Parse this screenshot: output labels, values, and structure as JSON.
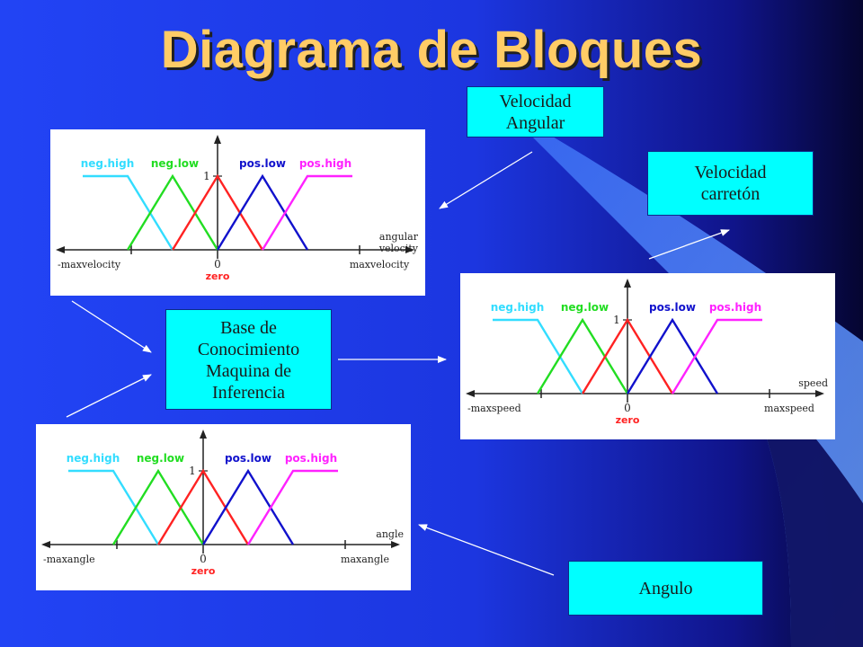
{
  "slide": {
    "title": "Diagrama de Bloques",
    "background_colors": [
      "#1c3cf0",
      "#0a0a40"
    ],
    "accent_colors": {
      "title": "#ffcc66",
      "box": "#00ffff",
      "swoosh": "#4a8cf0"
    }
  },
  "boxes": {
    "velocidad_angular": "Velocidad\nAngular",
    "velocidad_carreton": "Velocidad\ncarretón",
    "base_conocimiento": "Base de\nConocimiento\nMaquina de\nInferencia",
    "angulo": "Angulo"
  },
  "set_colors": [
    "#33ddff",
    "#22dd22",
    "#ff2222",
    "#1111cc",
    "#ff22ff"
  ],
  "panels": [
    {
      "id": "angular-velocity",
      "labels": [
        "neg.high",
        "neg.low",
        "pos.low",
        "pos.high"
      ],
      "one_label": "1",
      "zero_label": "0",
      "zero_word": "zero",
      "min_label": "-maxvelocity",
      "max_label": "maxvelocity",
      "axis_label": [
        "angular",
        "velocity"
      ]
    },
    {
      "id": "speed",
      "labels": [
        "neg.high",
        "neg.low",
        "pos.low",
        "pos.high"
      ],
      "one_label": "1",
      "zero_label": "0",
      "zero_word": "zero",
      "min_label": "-maxspeed",
      "max_label": "maxspeed",
      "axis_label": [
        "speed"
      ]
    },
    {
      "id": "angle",
      "labels": [
        "neg.high",
        "neg.low",
        "pos.low",
        "pos.high"
      ],
      "one_label": "1",
      "zero_label": "0",
      "zero_word": "zero",
      "min_label": "-maxangle",
      "max_label": "maxangle",
      "axis_label": [
        "angle"
      ]
    }
  ]
}
